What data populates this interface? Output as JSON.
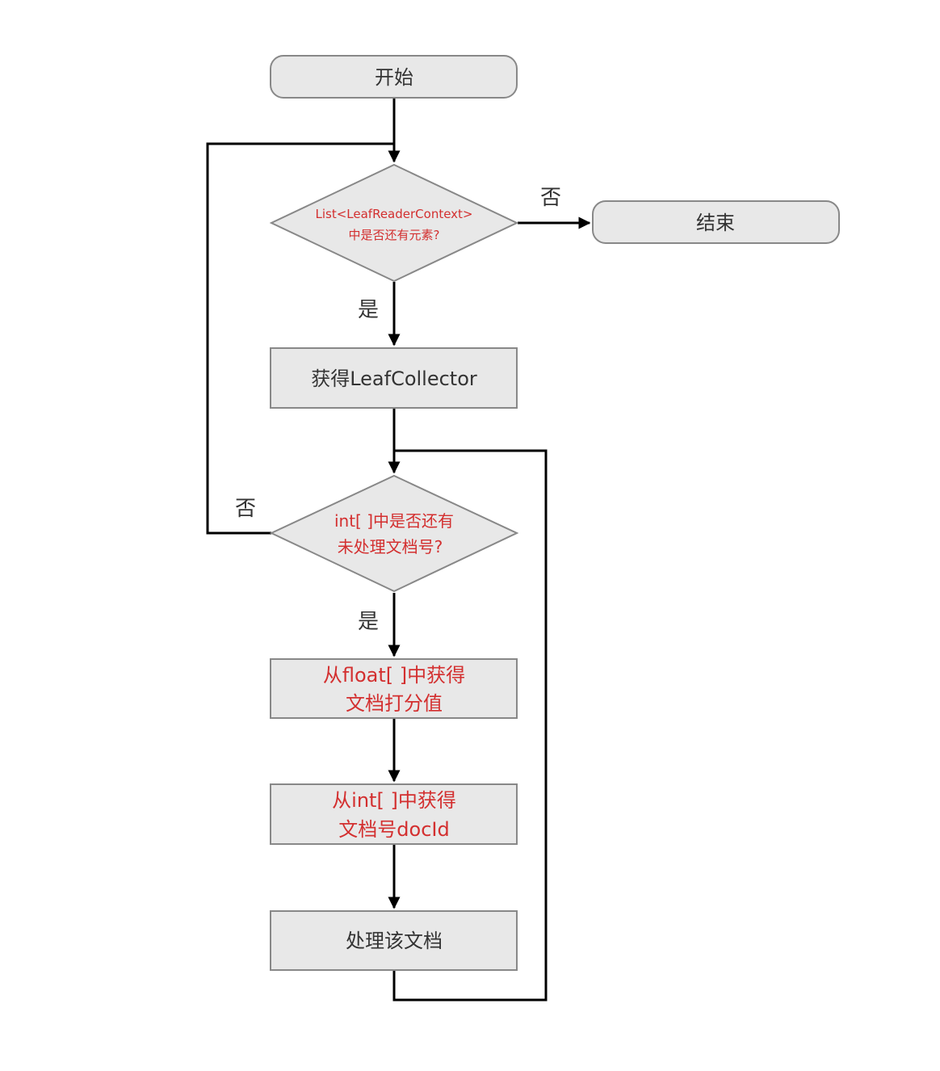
{
  "colors": {
    "node_fill": "#e8e8e8",
    "node_stroke": "#888888",
    "line": "#000000",
    "text_dark": "#333333",
    "text_red": "#d32f2f"
  },
  "nodes": {
    "start": {
      "label": "开始"
    },
    "end": {
      "label": "结束"
    },
    "decision1": {
      "line1": "List<LeafReaderContext>",
      "line2": "中是否还有元素?"
    },
    "get_collector": {
      "label": "获得LeafCollector"
    },
    "decision2": {
      "line1": "int[ ]中是否还有",
      "line2": "未处理文档号?"
    },
    "get_score": {
      "line1": "从float[ ]中获得",
      "line2": "文档打分值"
    },
    "get_docid": {
      "line1": "从int[ ]中获得",
      "line2": "文档号docId"
    },
    "process_doc": {
      "label": "处理该文档"
    }
  },
  "edge_labels": {
    "d1_no": "否",
    "d1_yes": "是",
    "d2_no": "否",
    "d2_yes": "是"
  }
}
